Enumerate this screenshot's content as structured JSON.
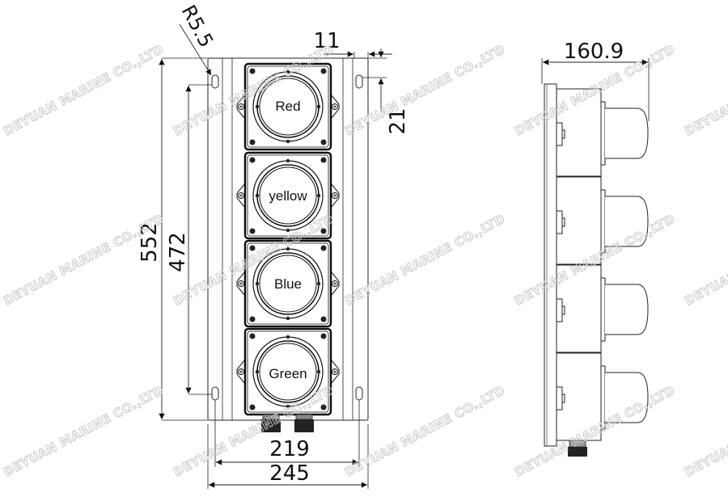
{
  "front_view": {
    "lamps": [
      {
        "label": "Red"
      },
      {
        "label": "yellow"
      },
      {
        "label": "Blue"
      },
      {
        "label": "Green"
      }
    ],
    "dimensions": {
      "overall_height": "552",
      "mount_hole_spacing_vertical": "472",
      "hole_radius": "R5.5",
      "hole_edge_offset_x": "11",
      "hole_edge_offset_y": "21",
      "mount_hole_spacing_horizontal": "219",
      "overall_width": "245"
    }
  },
  "side_view": {
    "dimensions": {
      "depth": "160.9"
    },
    "lamp_count": 4
  },
  "watermark": {
    "text": "DEYUAN MARINE CO.,LTD"
  },
  "colors": {
    "line": "#222222",
    "fill_dark": "#111111",
    "watermark": "#c8c8c8"
  }
}
